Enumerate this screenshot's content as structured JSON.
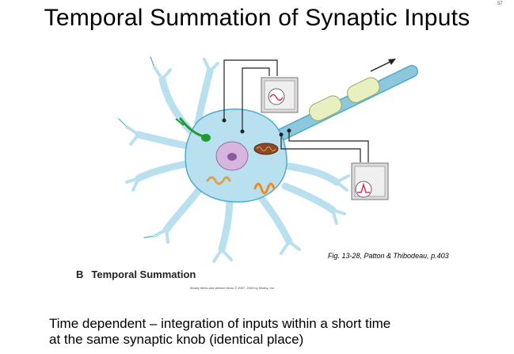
{
  "slide": {
    "title": "Temporal Summation of Synaptic Inputs",
    "page_mark": "57",
    "figure": {
      "caption": "Fig. 13-28, Patton & Thibodeau, p.403",
      "panel_letter": "B",
      "panel_title": "Temporal Summation",
      "copyright": "Mosby items and derived items © 2007, 2003 by Mosby, Inc.",
      "colors": {
        "neuron": "#b9e0ef",
        "neuron_edge": "#4da9cf",
        "axon": "#8cc7dc",
        "myelin": "#e8efc0",
        "nucleus": "#d7b6dd",
        "nucleolus": "#8c5aa0",
        "mitochondrion": "#8a4a22",
        "synaptic_knob": "#1f9a32",
        "trace": "#e0304a",
        "meter_box": "#dcdcdc"
      }
    },
    "body_lines": [
      "Time dependent – integration of inputs within a short time",
      "at the same synaptic knob (identical place)"
    ]
  }
}
